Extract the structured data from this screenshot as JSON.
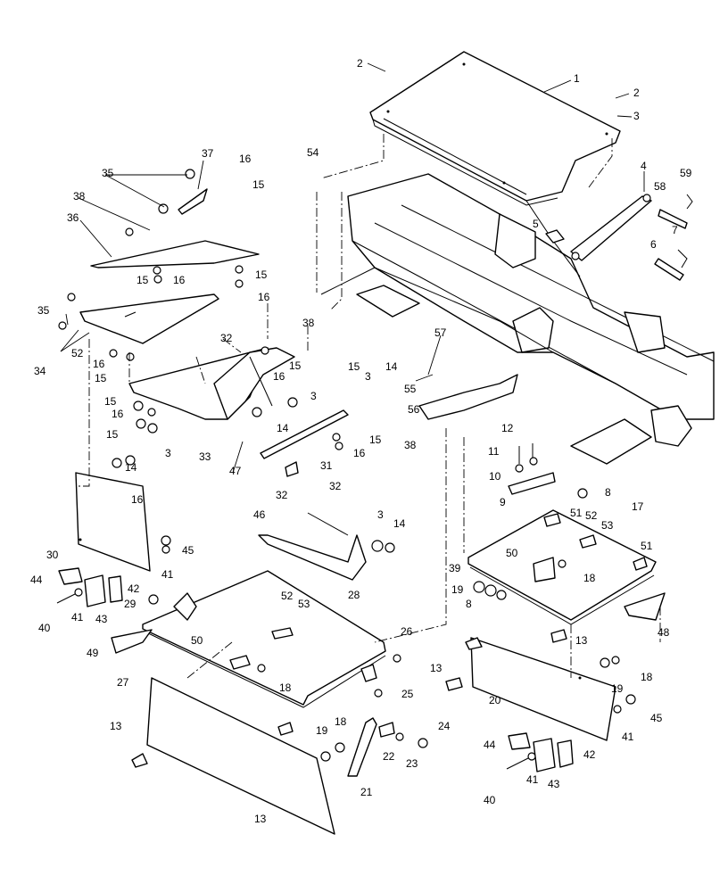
{
  "callouts": [
    "1",
    "2",
    "2",
    "3",
    "4",
    "5",
    "6",
    "7",
    "58",
    "59",
    "54",
    "16",
    "15",
    "37",
    "35",
    "38",
    "36",
    "15",
    "16",
    "15",
    "16",
    "35",
    "34",
    "52",
    "15",
    "16",
    "38",
    "32",
    "15",
    "16",
    "55",
    "15",
    "14",
    "3",
    "57",
    "56",
    "38",
    "15",
    "16",
    "14",
    "3",
    "3",
    "14",
    "47",
    "33",
    "15",
    "16",
    "31",
    "32",
    "15",
    "16",
    "30",
    "44",
    "45",
    "41",
    "40",
    "41",
    "42",
    "43",
    "29",
    "46",
    "32",
    "3",
    "14",
    "28",
    "52",
    "53",
    "26",
    "25",
    "50",
    "18",
    "49",
    "27",
    "13",
    "13",
    "19",
    "18",
    "21",
    "22",
    "23",
    "24",
    "12",
    "11",
    "10",
    "9",
    "8",
    "51",
    "17",
    "52",
    "53",
    "51",
    "50",
    "18",
    "39",
    "19",
    "8",
    "13",
    "48",
    "13",
    "19",
    "18",
    "20",
    "45",
    "41",
    "44",
    "42",
    "40",
    "41",
    "43"
  ]
}
